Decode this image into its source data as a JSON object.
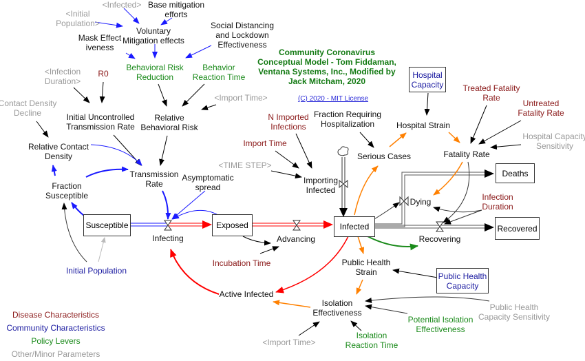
{
  "title": {
    "lines": [
      "Community Coronavirus",
      "Conceptual Model - Tom Fiddaman,",
      "Ventana Systems, Inc., Modified by",
      "Jack Mitcham, 2020"
    ],
    "license_link": "(C) 2020 - MIT License"
  },
  "colors": {
    "disease": "#8b1a1a",
    "community": "#1a1aa0",
    "policy": "#1a8a1a",
    "other": "#999999",
    "title": "#137a13",
    "link_blue": "#1a1aff",
    "infection_red": "#ff0000",
    "strain_orange": "#ff8000",
    "recover_green": "#1a8a1a"
  },
  "stocks": {
    "susceptible": "Susceptible",
    "exposed": "Exposed",
    "infected": "Infected",
    "deaths": "Deaths",
    "recovered": "Recovered",
    "hospital_capacity": [
      "Hospital",
      "Capacity"
    ],
    "public_health_capacity": [
      "Public Health",
      "Capacity"
    ]
  },
  "flows": {
    "infecting": "Infecting",
    "advancing": "Advancing",
    "importing_infected": [
      "Importing",
      "Infected"
    ],
    "dying": "Dying",
    "recovering": "Recovering"
  },
  "variables": {
    "initial_population_shadow": [
      "<Initial",
      "Population>"
    ],
    "infected_shadow": "<Infected>",
    "base_mitigation_efforts": [
      "Base mitigation",
      "efforts"
    ],
    "voluntary_mitigation_effects": [
      "Voluntary",
      "Mitigation effects"
    ],
    "mask_effectiveness": [
      "Mask Effect",
      "iveness"
    ],
    "social_distancing": [
      "Social Distancing",
      "and Lockdown",
      "Effectiveness"
    ],
    "behavioral_risk_reduction": [
      "Behavioral Risk",
      "Reduction"
    ],
    "behavior_reaction_time": [
      "Behavior",
      "Reaction Time"
    ],
    "infection_duration_shadow": [
      "<Infection",
      "Duration>"
    ],
    "r0": "R0",
    "import_time_shadow_top": "<Import Time>",
    "contact_density_decline": [
      "Contact Density",
      "Decline"
    ],
    "initial_uncontrolled_transmission_rate": [
      "Initial Uncontrolled",
      "Transmission Rate"
    ],
    "relative_behavioral_risk": [
      "Relative",
      "Behavioral Risk"
    ],
    "relative_contact_density": [
      "Relative Contact",
      "Density"
    ],
    "transmission_rate": [
      "Transmission",
      "Rate"
    ],
    "fraction_susceptible": [
      "Fraction",
      "Susceptible"
    ],
    "asymptomatic_spread": [
      "Asymptomatic",
      "spread"
    ],
    "time_step_shadow": "<TIME STEP>",
    "import_time": "Import Time",
    "n_imported_infections": [
      "N Imported",
      "Infections"
    ],
    "fraction_requiring_hospitalization": [
      "Fraction Requiring",
      "Hospitalization"
    ],
    "serious_cases": "Serious Cases",
    "hospital_strain": "Hospital Strain",
    "treated_fatality_rate": [
      "Treated Fatality",
      "Rate"
    ],
    "untreated_fatality_rate": [
      "Untreated",
      "Fatality Rate"
    ],
    "hospital_capacity_sensitivity": [
      "Hospital Capacity",
      "Sensitivity"
    ],
    "fatality_rate": "Fatality Rate",
    "infection_duration": [
      "Infection",
      "Duration"
    ],
    "initial_population": "Initial Population",
    "incubation_time": "Incubation Time",
    "active_infected": "Active Infected",
    "public_health_strain": [
      "Public Health",
      "Strain"
    ],
    "isolation_effectiveness": [
      "Isolation",
      "Effectiveness"
    ],
    "public_health_capacity_sensitivity": [
      "Public Health",
      "Capacity Sensitivity"
    ],
    "potential_isolation_effectiveness": [
      "Potential Isolation",
      "Effectiveness"
    ],
    "import_time_shadow_bottom": "<Import Time>",
    "isolation_reaction_time": [
      "Isolation",
      "Reaction Time"
    ]
  },
  "legend": [
    {
      "label": "Disease Characteristics",
      "category": "disease"
    },
    {
      "label": "Community Characteristics",
      "category": "community"
    },
    {
      "label": "Policy Levers",
      "category": "policy"
    },
    {
      "label": "Other/Minor Parameters",
      "category": "other"
    }
  ]
}
